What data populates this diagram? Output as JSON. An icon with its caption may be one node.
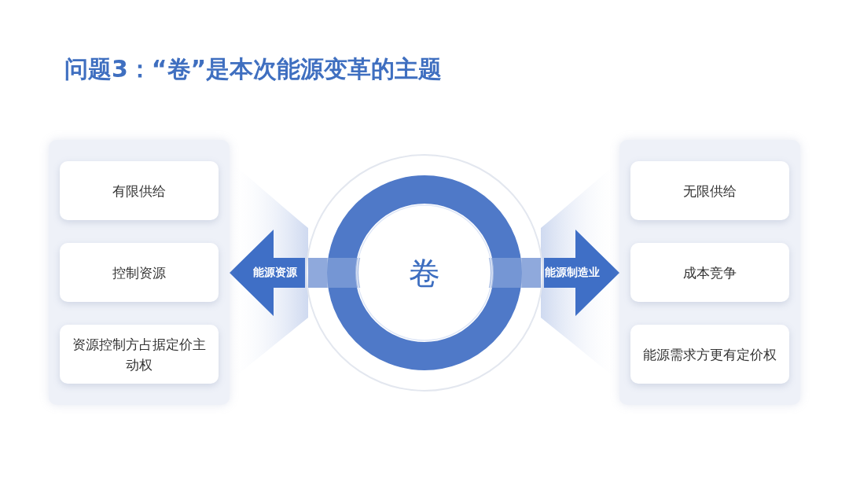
{
  "diagram": {
    "title": "问题3：“卷”是本次能源变革的主题",
    "nodes": [
      {
        "text": [],
        "shape": "box"
      },
      {
        "text": [
          "有限供给"
        ],
        "in": 0
      },
      {
        "text": [
          "控制资源"
        ],
        "in": 0
      },
      {
        "text": [
          "资源控制方占据定价主动权"
        ],
        "in": 0
      },
      {
        "text": [
          "卷"
        ]
      },
      {
        "text": [],
        "shape": "box"
      },
      {
        "text": [
          "无限供给"
        ],
        "in": 5
      },
      {
        "text": [
          "成本竞争"
        ],
        "in": 5
      },
      {
        "text": [
          "能源需求方更有定价权"
        ],
        "in": 5
      }
    ],
    "edges": [
      {
        "from": 4,
        "to": 0,
        "arrow": "to",
        "label": "能源资源"
      },
      {
        "from": 4,
        "to": 5,
        "arrow": "to",
        "label": "能源制造业"
      }
    ]
  }
}
